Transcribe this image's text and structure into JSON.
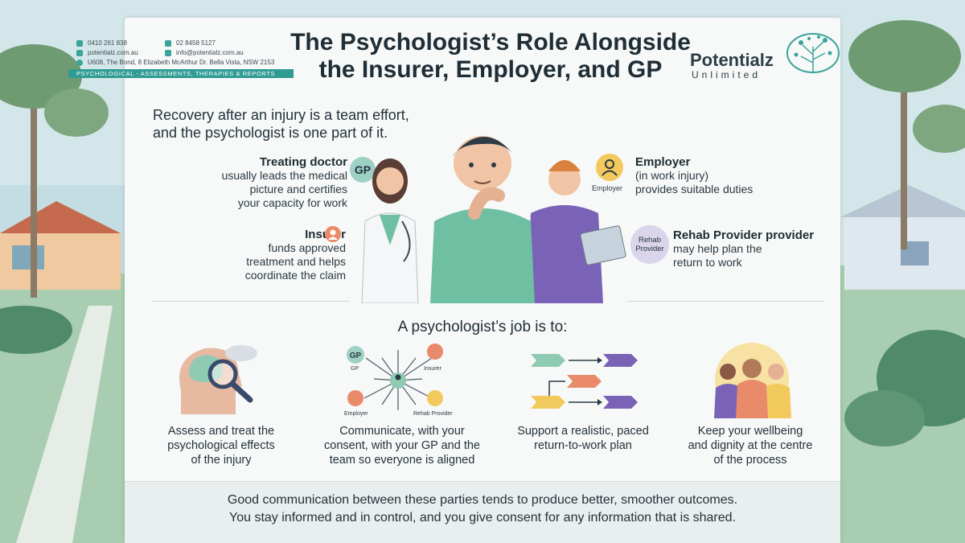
{
  "contact": {
    "phone": "0410 261 838",
    "landline": "02 8458 5127",
    "website": "potentialz.com.au",
    "email": "info@potentialz.com.au",
    "address": "U608, The Bond, 8 Elizabeth McArthur Dr. Bella Vista, NSW 2153",
    "banner": "PSYCHOLOGICAL - ASSESSMENTS, THERAPIES & REPORTS"
  },
  "title_line1": "The Psychologist’s Role Alongside",
  "title_line2": "the Insurer, Employer, and GP",
  "logo": {
    "name": "Potentialz",
    "sub": "Unlimited"
  },
  "intro_line1": "Recovery after an injury is a team effort,",
  "intro_line2": "and the psychologist is one part of it.",
  "roles": {
    "doctor": {
      "title": "Treating doctor",
      "l1": "usually leads the medical",
      "l2": "picture and certifies",
      "l3": "your capacity for work",
      "badge": "GP"
    },
    "insurer": {
      "title": "Insurer",
      "l1": "funds approved",
      "l2": "treatment and helps",
      "l3": "coordinate the claim"
    },
    "employer": {
      "title": "Employer",
      "l1": "(in work injury)",
      "l2": "provides suitable duties",
      "badge_label": "Employer"
    },
    "rehab": {
      "title": "Rehab Provider provider",
      "l1": "may help plan the",
      "l2": "return to work",
      "badge_l1": "Rehab",
      "badge_l2": "Provider"
    }
  },
  "job_title": "A psychologist’s job is to:",
  "network": {
    "gp": "GP",
    "gp_label": "GP",
    "insurer": "Insurer",
    "employer": "Employer",
    "rehab": "Rehab Provider"
  },
  "jobs": [
    {
      "l1": "Assess and treat the",
      "l2": "psychological effects",
      "l3": "of the injury"
    },
    {
      "l1": "Communicate, with your",
      "l2": "consent, with your GP and the",
      "l3": "team so everyone is aligned"
    },
    {
      "l1": "Support a realistic, paced",
      "l2": "return-to-work plan",
      "l3": ""
    },
    {
      "l1": "Keep your wellbeing",
      "l2": "and dignity at the centre",
      "l3": "of the process"
    }
  ],
  "footer": {
    "l1": "Good communication between these parties tends to produce better, smoother outcomes.",
    "l2": "You stay informed and in control, and you give consent for any information that is shared."
  },
  "colors": {
    "teal": "#2f9c93",
    "gp_badge": "#9fd0c4",
    "insurer": "#e98a6a",
    "employer": "#f2c95c",
    "rehab": "#c9c3e0",
    "shirt": "#6fc0a3",
    "purple": "#7a63b6"
  }
}
